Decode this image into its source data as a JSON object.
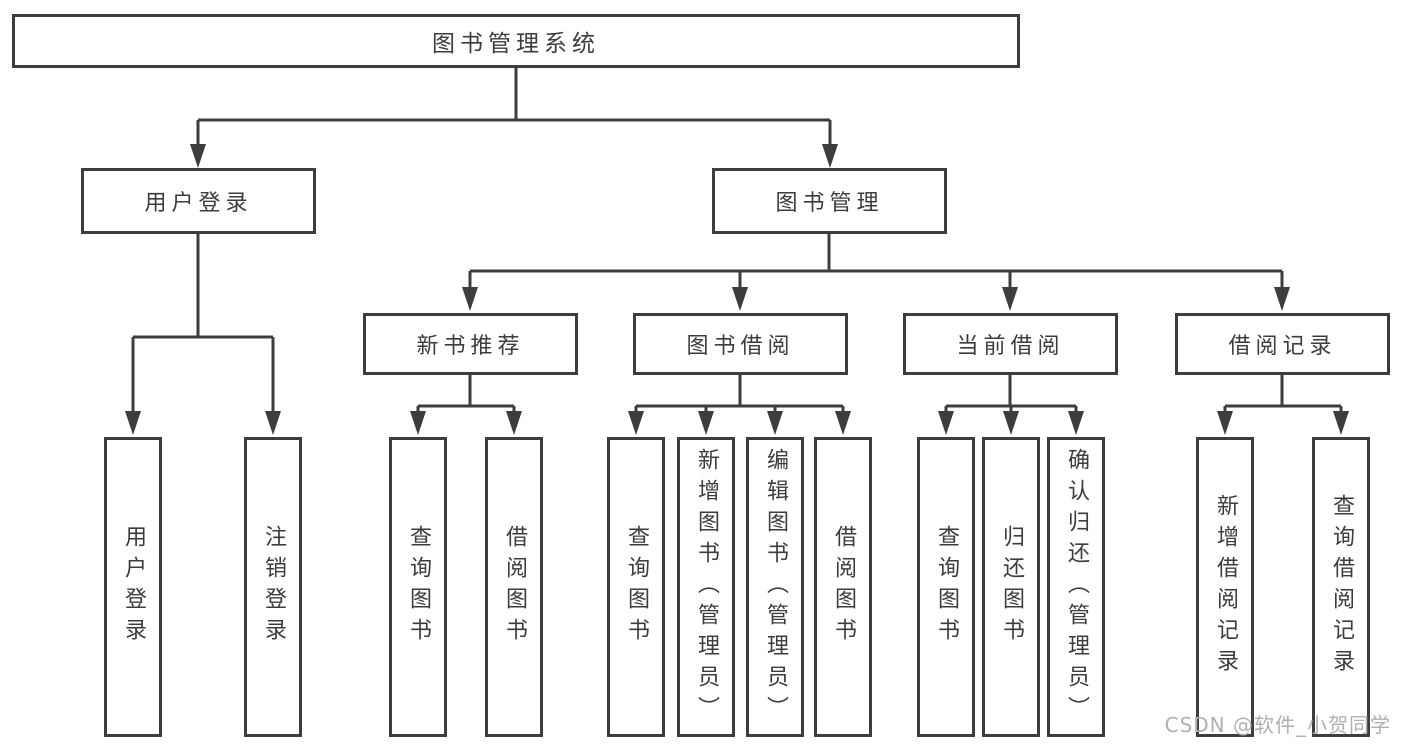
{
  "diagram": {
    "type": "hierarchy-tree",
    "colors": {
      "line": "#3d3d3d",
      "box_border": "#3d3d3d",
      "box_fill": "#ffffff",
      "text": "#3c3c3c",
      "watermark_text": "#b0b0b0",
      "background": "#ffffff"
    },
    "tree": {
      "label": "图书管理系统",
      "children": [
        {
          "label": "用户登录",
          "children": [
            {
              "label": "用户登录"
            },
            {
              "label": "注销登录"
            }
          ]
        },
        {
          "label": "图书管理",
          "children": [
            {
              "label": "新书推荐",
              "children": [
                {
                  "label": "查询图书"
                },
                {
                  "label": "借阅图书"
                }
              ]
            },
            {
              "label": "图书借阅",
              "children": [
                {
                  "label": "查询图书"
                },
                {
                  "label": "新增图书（管理员）"
                },
                {
                  "label": "编辑图书（管理员）"
                },
                {
                  "label": "借阅图书"
                }
              ]
            },
            {
              "label": "当前借阅",
              "children": [
                {
                  "label": "查询图书"
                },
                {
                  "label": "归还图书"
                },
                {
                  "label": "确认归还（管理员）"
                }
              ]
            },
            {
              "label": "借阅记录",
              "children": [
                {
                  "label": "新增借阅记录"
                },
                {
                  "label": "查询借阅记录"
                }
              ]
            }
          ]
        }
      ]
    },
    "watermark": "CSDN @软件_小贺同学"
  }
}
